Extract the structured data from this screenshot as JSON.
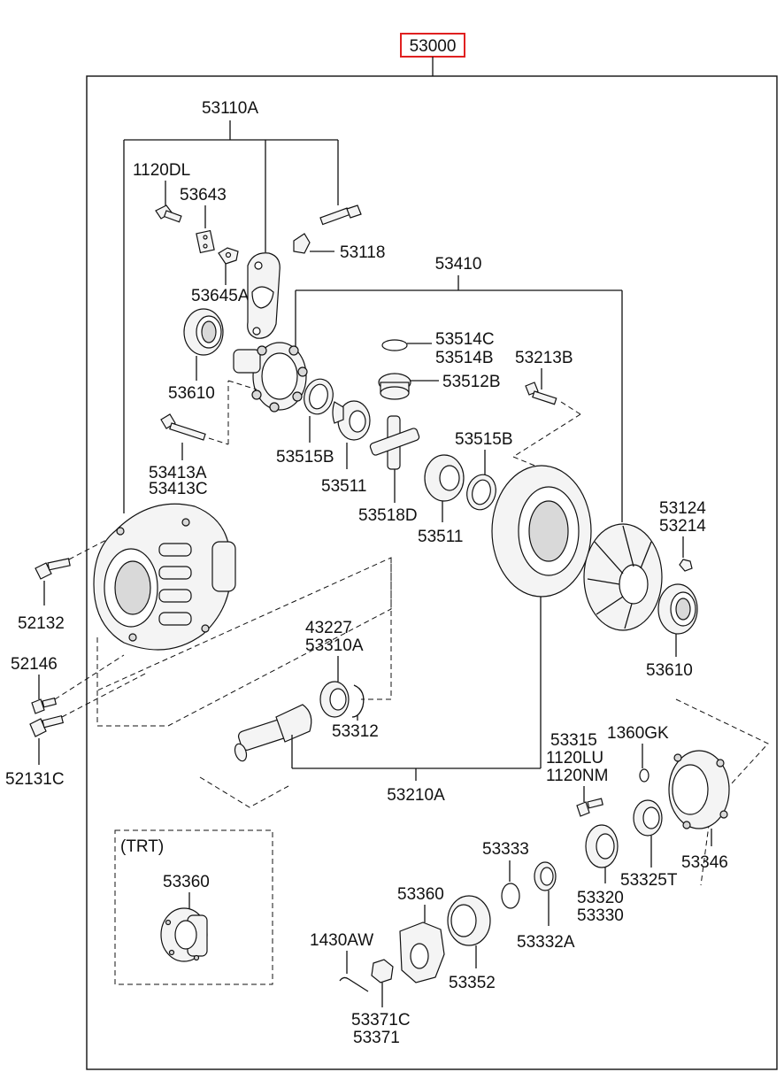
{
  "assembly": {
    "number": "53000",
    "highlight_color": "#e02020"
  },
  "labels": {
    "l53110A": "53110A",
    "l1120DL": "1120DL",
    "l53643": "53643",
    "l53118": "53118",
    "l53645A": "53645A",
    "l53410": "53410",
    "l53610a": "53610",
    "l53514C": "53514C",
    "l53514B": "53514B",
    "l53213B": "53213B",
    "l53512B": "53512B",
    "l53515Ba": "53515B",
    "l53515Bb": "53515B",
    "l53413A": "53413A",
    "l53413C": "53413C",
    "l53511a": "53511",
    "l53511b": "53511",
    "l53518D": "53518D",
    "l53124": "53124",
    "l53214": "53214",
    "l52132": "52132",
    "l53610b": "53610",
    "l52146": "52146",
    "l43227": "43227",
    "l53310A": "53310A",
    "l53312": "53312",
    "l52131C": "52131C",
    "l53315": "53315",
    "l1120LU": "1120LU",
    "l1120NM": "1120NM",
    "l1360GK": "1360GK",
    "l53210A": "53210A",
    "lTRT": "(TRT)",
    "l53360a": "53360",
    "l53333": "53333",
    "l53346": "53346",
    "l53325T": "53325T",
    "l53360b": "53360",
    "l53320": "53320",
    "l53330": "53330",
    "l1430AW": "1430AW",
    "l53332A": "53332A",
    "l53352": "53352",
    "l53371C": "53371C",
    "l53371": "53371"
  },
  "parts": {
    "shim": "shim-part",
    "cap": "bearing-cap-part",
    "carrier": "differential-carrier-part",
    "ring_gear": "ring-gear-part",
    "case": "differential-case-part",
    "pinion": "drive-pinion-part",
    "companion_flange": "companion-flange-part"
  }
}
